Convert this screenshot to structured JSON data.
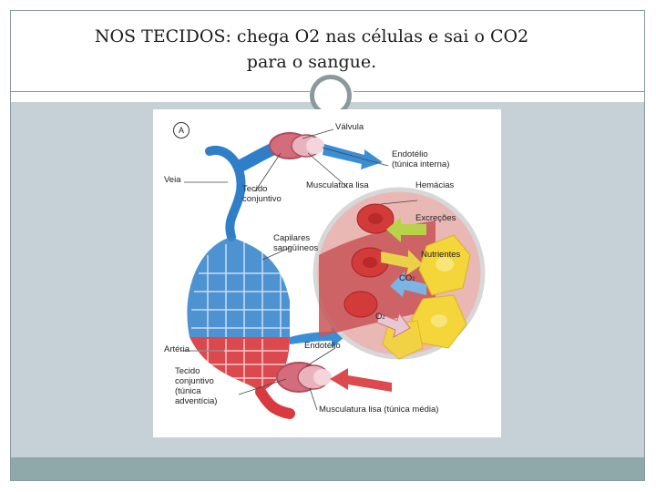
{
  "slide": {
    "title_line1": "NOS TECIDOS: chega O2 nas células e sai o CO2",
    "title_line2": "para o sangue."
  },
  "diagram": {
    "panel_label": "A",
    "labels": {
      "valvula": "Válvula",
      "endotelio_top_1": "Endotélio",
      "endotelio_top_2": "(túnica interna)",
      "veia": "Veia",
      "tecido_conjuntivo_top_1": "Tecido",
      "tecido_conjuntivo_top_2": "conjuntivo",
      "musculatura_lisa_top": "Musculatura lisa",
      "hemacias": "Hemácias",
      "excrecoes": "Excreções",
      "capilares_1": "Capilares",
      "capilares_2": "sangüíneos",
      "nutrientes": "Nutrientes",
      "co2_main": "CO",
      "co2_sub": "2",
      "o2_main": "O",
      "o2_sub": "2",
      "arteria": "Artéria",
      "endotelio_bottom": "Endotélio",
      "tecido_bottom_1": "Tecido",
      "tecido_bottom_2": "conjuntivo",
      "tecido_bottom_3": "(túnica",
      "tecido_bottom_4": "adventícia)",
      "musculatura_bottom": "Musculatura lisa (túnica média)"
    },
    "colors": {
      "vein": "#2f7fc8",
      "artery": "#d83a3f",
      "zoom_background": "#e9b7b4",
      "cell_yellow": "#f4d53a",
      "arrow_blue": "#3a8ed6",
      "arrow_red": "#dc4a4f",
      "arrow_yellow": "#e9d24a",
      "arrow_green": "#b8d24a",
      "arrow_lightblue": "#7cb4e6"
    }
  }
}
